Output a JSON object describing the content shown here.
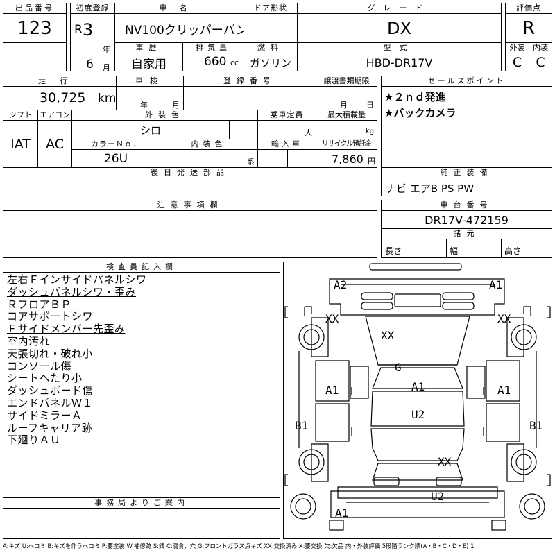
{
  "header": {
    "lot_label": "出品番号",
    "lot_value": "123",
    "first_reg_label": "初度登録",
    "era_letter": "R",
    "era_year": "3",
    "year_unit": "年",
    "reg_month": "6",
    "month_unit": "月",
    "car_name_label": "車名",
    "car_name": "NV100クリッパーバン",
    "door_label": "ドア形状",
    "door_value": "",
    "grade_label": "グレード",
    "grade_value": "DX",
    "eval_label": "評価点",
    "eval_value": "R",
    "history_label": "車歴",
    "history_value": "自家用",
    "displacement_label": "排気量",
    "displacement_value": "660",
    "displacement_unit": "cc",
    "fuel_label": "燃料",
    "fuel_value": "ガソリン",
    "model_label": "型式",
    "model_value": "HBD-DR17V",
    "exterior_label": "外装",
    "exterior_value": "C",
    "interior_label": "内装",
    "interior_value": "C"
  },
  "row2": {
    "mileage_label": "走行",
    "mileage_value": "30,725",
    "mileage_unit": "km",
    "inspection_label": "車検",
    "inspection_year_unit": "年",
    "inspection_month_unit": "月",
    "regno_label": "登録番号",
    "regno_value": "",
    "transfer_label": "譲渡書類期限",
    "transfer_month_unit": "月",
    "transfer_day_unit": "日",
    "sales_label": "セールスポイント",
    "sales_points": [
      "★２ｎｄ発進",
      "★バックカメラ"
    ]
  },
  "row3": {
    "shift_label": "シフト",
    "shift_value": "IAT",
    "ac_label": "エアコン",
    "ac_value": "AC",
    "color_label": "外装色",
    "color_value": "シロ",
    "capacity_label": "乗車定員",
    "capacity_unit": "人",
    "load_label": "最大積載量",
    "load_unit": "kg",
    "colorno_label": "カラーＮｏ．",
    "colorno_value": "26U",
    "int_color_label": "内装色",
    "int_color_unit": "系",
    "import_label": "輸入車",
    "import_value": "",
    "recycle_label": "リサイクル預託金",
    "recycle_value": "7,860",
    "recycle_unit": "円"
  },
  "later_parts_label": "後日発送部品",
  "equipment_label": "純正装備",
  "equipment_value": "ナビ エアB PS PW",
  "notes_label": "注意事項欄",
  "chassis_label": "車台番号",
  "chassis_value": "DR17V-472159",
  "dims_label": "諸元",
  "length_label": "長さ",
  "width_label": "幅",
  "height_label": "高さ",
  "inspector_label": "検査員記入欄",
  "inspector_items": [
    {
      "text": "左右Ｆインサイドパネルシワ",
      "u": true
    },
    {
      "text": "ダッシュパネルシワ・歪み",
      "u": true
    },
    {
      "text": "ＲフロアＢＰ",
      "u": true
    },
    {
      "text": "コアサポートシワ",
      "u": true
    },
    {
      "text": "Ｆサイドメンバー先歪み",
      "u": true
    },
    {
      "text": "室内汚れ",
      "u": false
    },
    {
      "text": "天張切れ・破れ小",
      "u": false
    },
    {
      "text": "コンソール傷",
      "u": false
    },
    {
      "text": "シートへたり小",
      "u": false
    },
    {
      "text": "ダッシュボード傷",
      "u": false
    },
    {
      "text": "エンドパネルＷ１",
      "u": false
    },
    {
      "text": "サイドミラーＡ",
      "u": false
    },
    {
      "text": "ルーフキャリア跡",
      "u": false
    },
    {
      "text": "下廻りＡＵ",
      "u": false
    }
  ],
  "office_label": "事務局よりご案内",
  "damage_labels": {
    "front_left": "A2",
    "front_right": "A1",
    "fender_left": "XX",
    "fender_right": "XX",
    "hood": "XX",
    "windshield": "G",
    "door_left": "A1",
    "roof": "A1",
    "door_right": "A1",
    "roof_rear": "U2",
    "rear_left": "B1",
    "rear_right": "B1",
    "cargo": "XX",
    "rear_bumper": "U2",
    "rear_corner": "A1"
  },
  "legend": "A:キズ U:ヘコミ B:キズを伴うヘコミ P:要塗装 W:補修跡 S:錆 C:腐食、穴 G:フロントガラス点キズ XX:交換済み X:要交換 欠:欠品 内・外装評価 5段階ランク順(A・B・C・D・E) 1"
}
